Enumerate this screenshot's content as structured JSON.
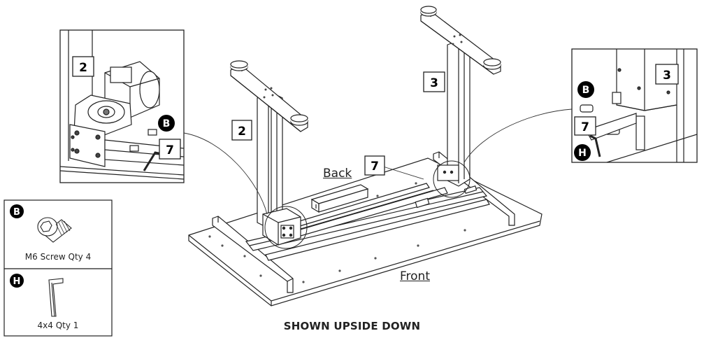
{
  "caption": "SHOWN UPSIDE DOWN",
  "orientation_labels": {
    "back": "Back",
    "front": "Front"
  },
  "step_labels": {
    "leg_left": "2",
    "leg_right": "3",
    "crossbar": "7",
    "detail_left_leg": "2",
    "detail_left_crossbar": "7",
    "detail_right_leg": "3",
    "detail_right_crossbar": "7"
  },
  "callouts": {
    "screw": "B",
    "wrench": "H",
    "detail_left_screw": "B",
    "detail_right_screw": "B",
    "detail_right_wrench": "H"
  },
  "parts": [
    {
      "key": "B",
      "caption": "M6 Screw Qty 4"
    },
    {
      "key": "H",
      "caption": "4x4 Qty 1"
    }
  ]
}
